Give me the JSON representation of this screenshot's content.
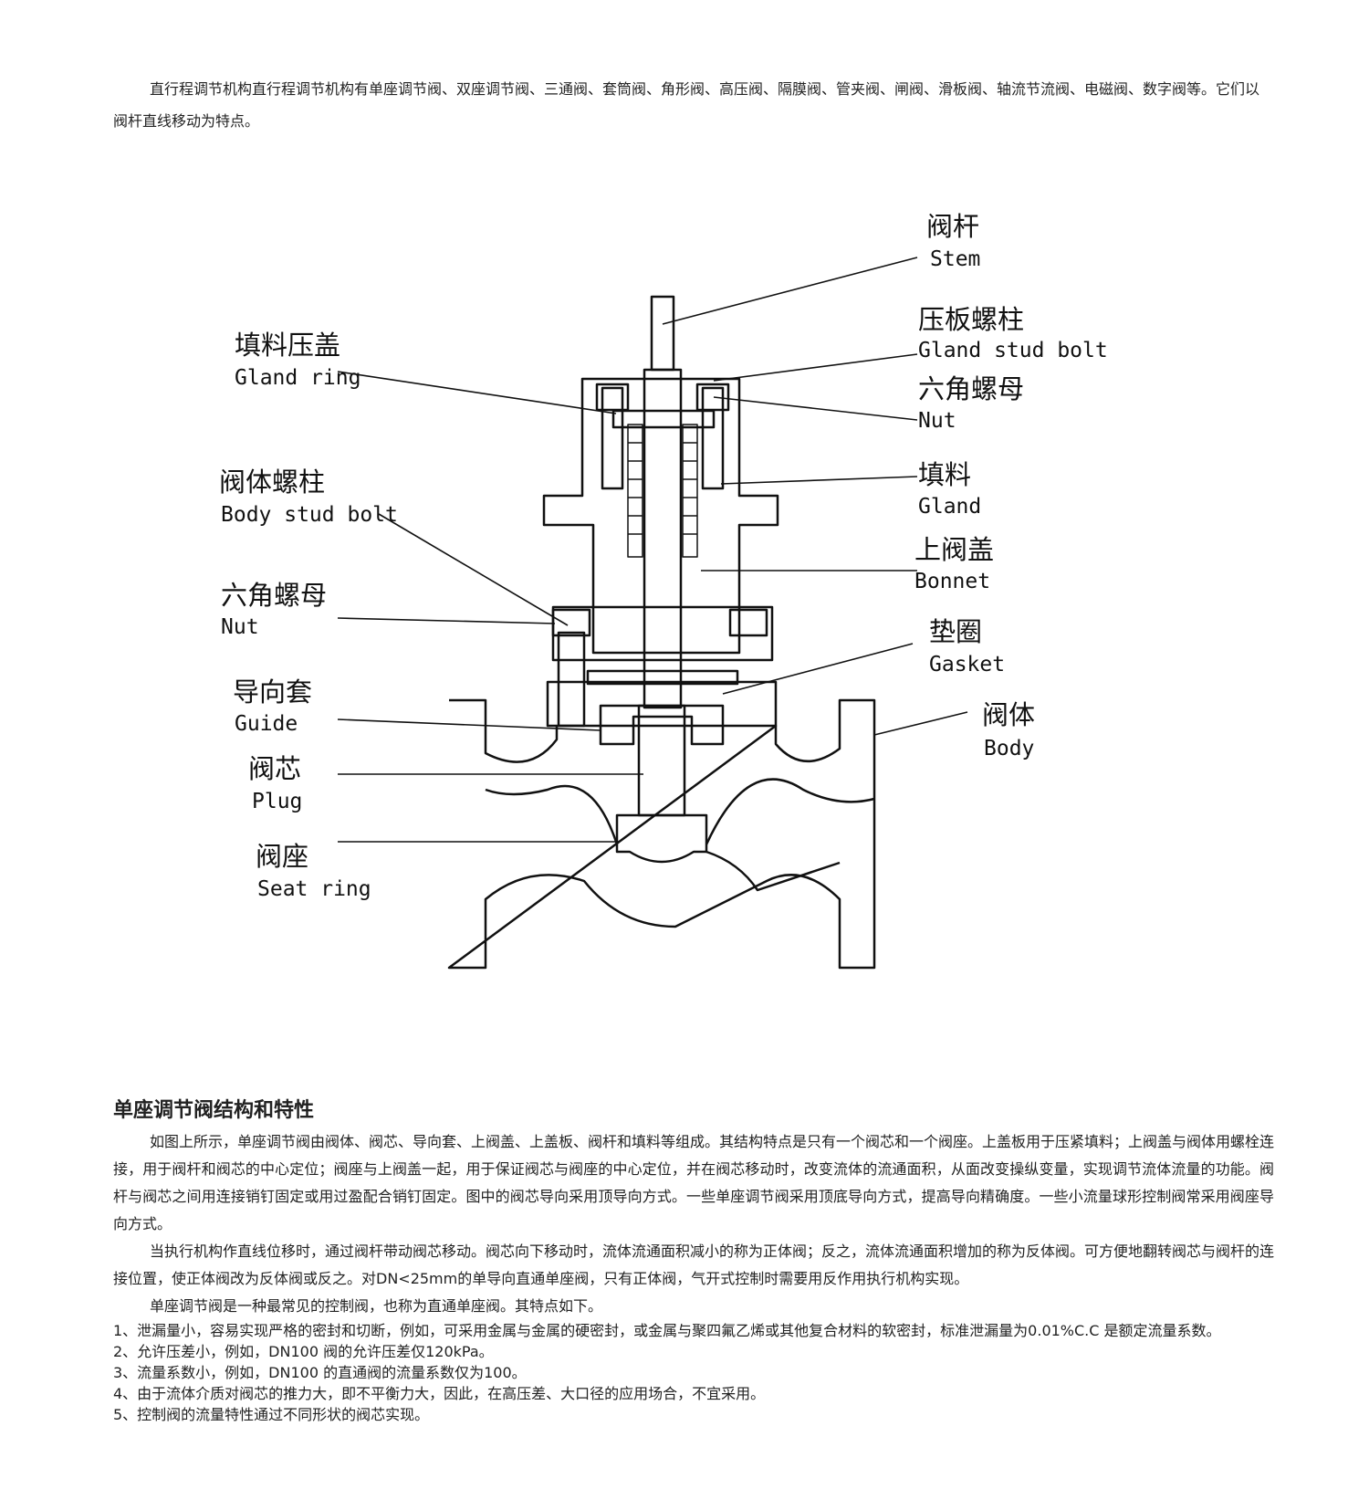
{
  "intro": "直行程调节机构直行程调节机构有单座调节阀、双座调节阀、三通阀、套筒阀、角形阀、高压阀、隔膜阀、管夹阀、闸阀、滑板阀、轴流节流阀、电磁阀、数字阀等。它们以阀杆直线移动为特点。",
  "diagram": {
    "labels": {
      "stem": {
        "zh": "阀杆",
        "en": "Stem"
      },
      "gland_stud_bolt": {
        "zh": "压板螺柱",
        "en": "Gland stud bolt"
      },
      "nut_top": {
        "zh": "六角螺母",
        "en": "Nut"
      },
      "gland": {
        "zh": "填料",
        "en": "Gland"
      },
      "bonnet": {
        "zh": "上阀盖",
        "en": "Bonnet"
      },
      "gasket": {
        "zh": "垫圈",
        "en": "Gasket"
      },
      "body": {
        "zh": "阀体",
        "en": "Body"
      },
      "gland_ring": {
        "zh": "填料压盖",
        "en": "Gland ring"
      },
      "body_stud_bolt": {
        "zh": "阀体螺柱",
        "en": "Body stud bolt"
      },
      "nut_left": {
        "zh": "六角螺母",
        "en": "Nut"
      },
      "guide": {
        "zh": "导向套",
        "en": "Guide"
      },
      "plug": {
        "zh": "阀芯",
        "en": "Plug"
      },
      "seat_ring": {
        "zh": "阀座",
        "en": "Seat ring"
      }
    }
  },
  "section": {
    "title": "单座调节阀结构和特性",
    "paragraphs": [
      "如图上所示，单座调节阀由阀体、阀芯、导向套、上阀盖、上盖板、阀杆和填料等组成。其结构特点是只有一个阀芯和一个阀座。上盖板用于压紧填料；上阀盖与阀体用螺栓连接，用于阀杆和阀芯的中心定位；阀座与上阀盖一起，用于保证阀芯与阀座的中心定位，并在阀芯移动时，改变流体的流通面积，从面改变操纵变量，实现调节流体流量的功能。阀杆与阀芯之间用连接销钉固定或用过盈配合销钉固定。图中的阀芯导向采用顶导向方式。一些单座调节阀采用顶底导向方式，提高导向精确度。一些小流量球形控制阀常采用阀座导向方式。",
      "当执行机构作直线位移时，通过阀杆带动阀芯移动。阀芯向下移动时，流体流通面积减小的称为正体阀；反之，流体流通面积增加的称为反体阀。可方便地翻转阀芯与阀杆的连接位置，使正体阀改为反体阀或反之。对DN<25mm的单导向直通单座阀，只有正体阀，气开式控制时需要用反作用执行机构实现。",
      "单座调节阀是一种最常见的控制阀，也称为直通单座阀。其特点如下。"
    ],
    "list": [
      "1、泄漏量小，容易实现严格的密封和切断，例如，可采用金属与金属的硬密封，或金属与聚四氟乙烯或其他复合材料的软密封，标准泄漏量为0.01%C.C 是额定流量系数。",
      "2、允许压差小，例如，DN100 阀的允许压差仅120kPa。",
      "3、流量系数小，例如，DN100 的直通阀的流量系数仅为100。",
      "4、由于流体介质对阀芯的推力大，即不平衡力大，因此，在高压差、大口径的应用场合，不宜采用。",
      "5、控制阀的流量特性通过不同形状的阀芯实现。"
    ]
  }
}
